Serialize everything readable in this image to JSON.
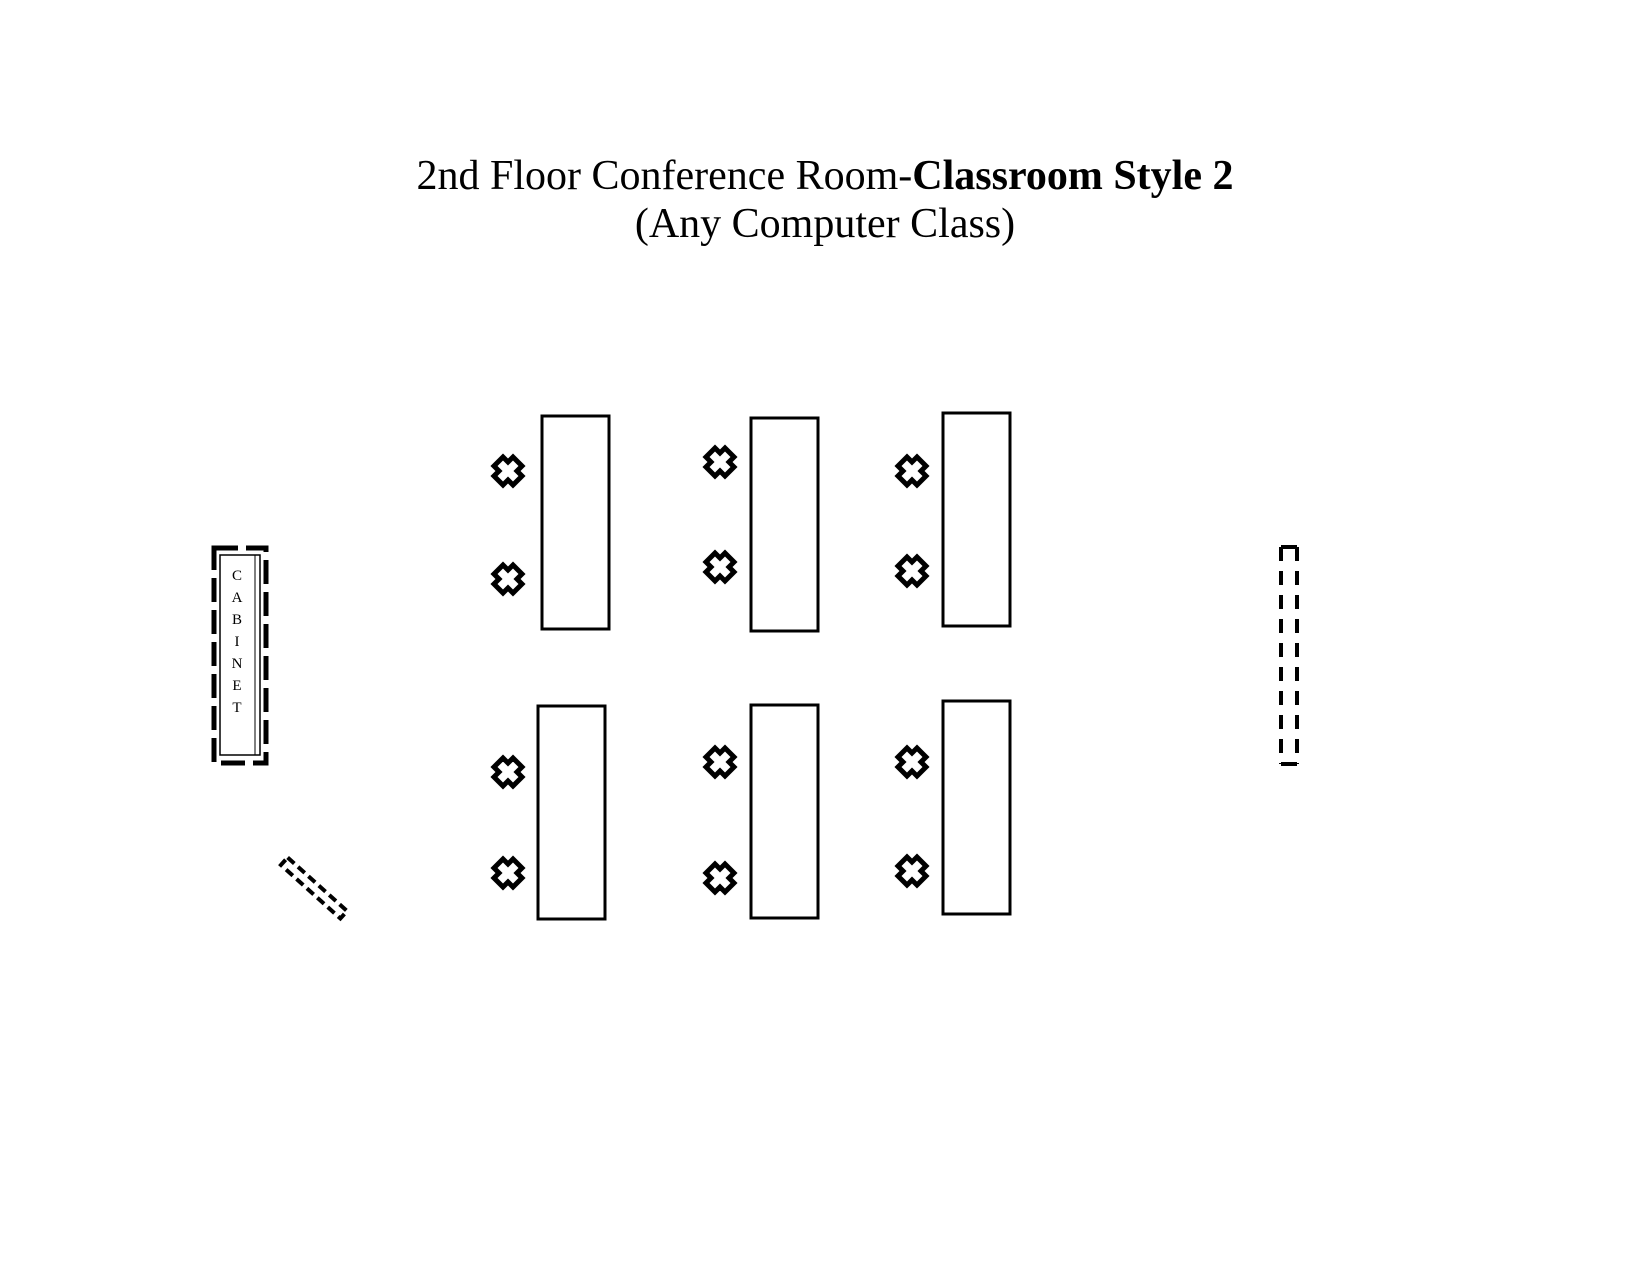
{
  "title": {
    "line1_prefix": "2nd Floor Conference Room-",
    "line1_bold": "Classroom Style 2",
    "line2": "(Any Computer Class)"
  },
  "cabinet": {
    "letters": [
      "C",
      "A",
      "B",
      "I",
      "N",
      "E",
      "T"
    ]
  },
  "layout": {
    "table_count": 6,
    "seat_marker": "x-mark-icon",
    "seats_per_table": 2
  }
}
